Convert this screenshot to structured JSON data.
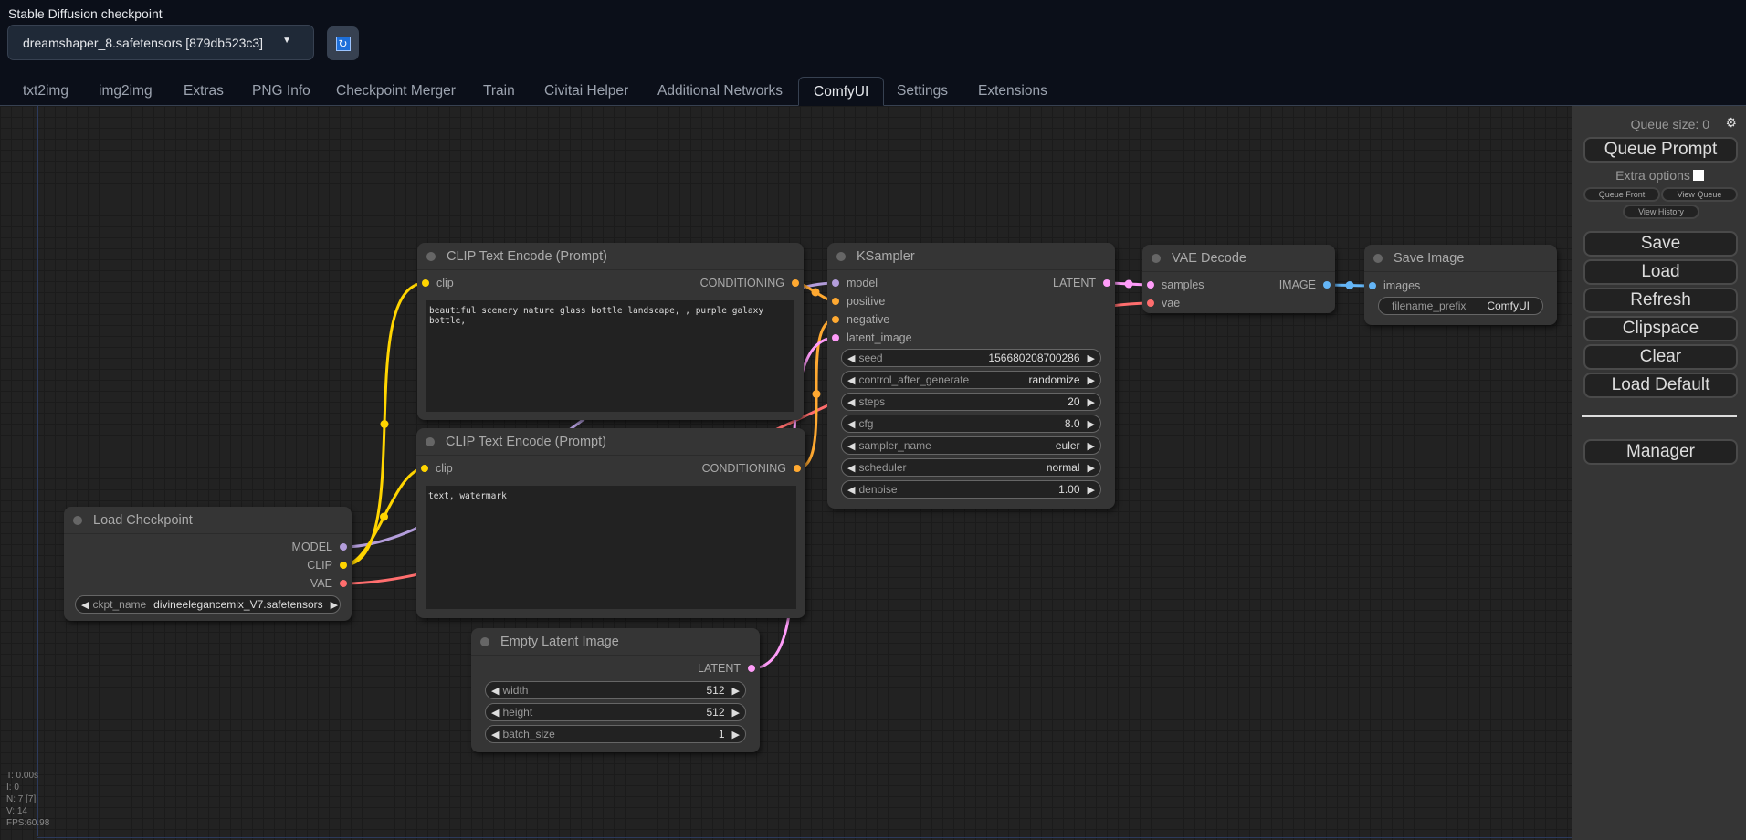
{
  "header": {
    "checkpoint_label": "Stable Diffusion checkpoint",
    "checkpoint_value": "dreamshaper_8.safetensors [879db523c3]",
    "refresh_icon": "refresh-icon"
  },
  "tabs": [
    "txt2img",
    "img2img",
    "Extras",
    "PNG Info",
    "Checkpoint Merger",
    "Train",
    "Civitai Helper",
    "Additional Networks",
    "ComfyUI",
    "Settings",
    "Extensions"
  ],
  "active_tab": "ComfyUI",
  "colors": {
    "MODEL": "#b39ddb",
    "CLIP": "#ffd500",
    "VAE": "#ff6e6e",
    "CONDITIONING": "#ffa931",
    "LATENT": "#ff9cf9",
    "IMAGE": "#64b5f6"
  },
  "nodes": {
    "load_checkpoint": {
      "title": "Load Checkpoint",
      "outputs": [
        "MODEL",
        "CLIP",
        "VAE"
      ],
      "widgets": [
        {
          "label": "ckpt_name",
          "value": "divineelegancemix_V7.safetensors"
        }
      ]
    },
    "clip_positive": {
      "title": "CLIP Text Encode (Prompt)",
      "input": "clip",
      "output": "CONDITIONING",
      "text": "beautiful scenery nature glass bottle landscape, , purple galaxy bottle,"
    },
    "clip_negative": {
      "title": "CLIP Text Encode (Prompt)",
      "input": "clip",
      "output": "CONDITIONING",
      "text": "text, watermark"
    },
    "ksampler": {
      "title": "KSampler",
      "inputs": [
        "model",
        "positive",
        "negative",
        "latent_image"
      ],
      "output": "LATENT",
      "widgets": [
        {
          "label": "seed",
          "value": "156680208700286"
        },
        {
          "label": "control_after_generate",
          "value": "randomize"
        },
        {
          "label": "steps",
          "value": "20"
        },
        {
          "label": "cfg",
          "value": "8.0"
        },
        {
          "label": "sampler_name",
          "value": "euler"
        },
        {
          "label": "scheduler",
          "value": "normal"
        },
        {
          "label": "denoise",
          "value": "1.00"
        }
      ]
    },
    "vae_decode": {
      "title": "VAE Decode",
      "inputs": [
        "samples",
        "vae"
      ],
      "output": "IMAGE"
    },
    "save_image": {
      "title": "Save Image",
      "input": "images",
      "widget": {
        "label": "filename_prefix",
        "value": "ComfyUI"
      }
    },
    "empty_latent": {
      "title": "Empty Latent Image",
      "output": "LATENT",
      "widgets": [
        {
          "label": "width",
          "value": "512"
        },
        {
          "label": "height",
          "value": "512"
        },
        {
          "label": "batch_size",
          "value": "1"
        }
      ]
    }
  },
  "stats": [
    "T: 0.00s",
    "I: 0",
    "N: 7 [7]",
    "V: 14",
    "FPS:60.98"
  ],
  "sidebar": {
    "queue_size": "Queue size: 0",
    "queue_prompt": "Queue Prompt",
    "extra_options": "Extra options",
    "queue_front": "Queue Front",
    "view_queue": "View Queue",
    "view_history": "View History",
    "save": "Save",
    "load": "Load",
    "refresh": "Refresh",
    "clipspace": "Clipspace",
    "clear": "Clear",
    "load_default": "Load Default",
    "manager": "Manager"
  }
}
